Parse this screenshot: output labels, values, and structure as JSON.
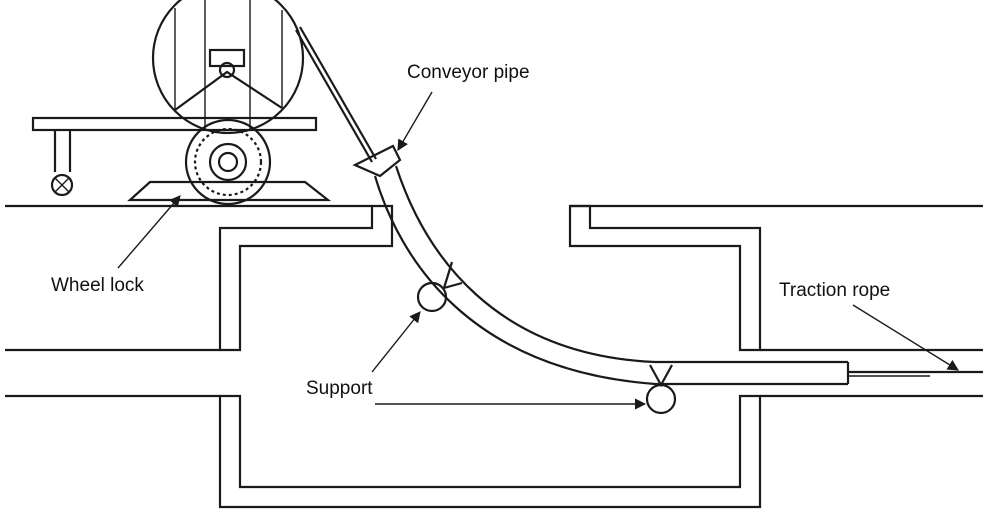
{
  "labels": {
    "conveyor_pipe": "Conveyor pipe",
    "wheel_lock": "Wheel lock",
    "traction_rope": "Traction rope",
    "support": "Support"
  },
  "colors": {
    "line": "#1a1a1a",
    "background": "#ffffff"
  }
}
